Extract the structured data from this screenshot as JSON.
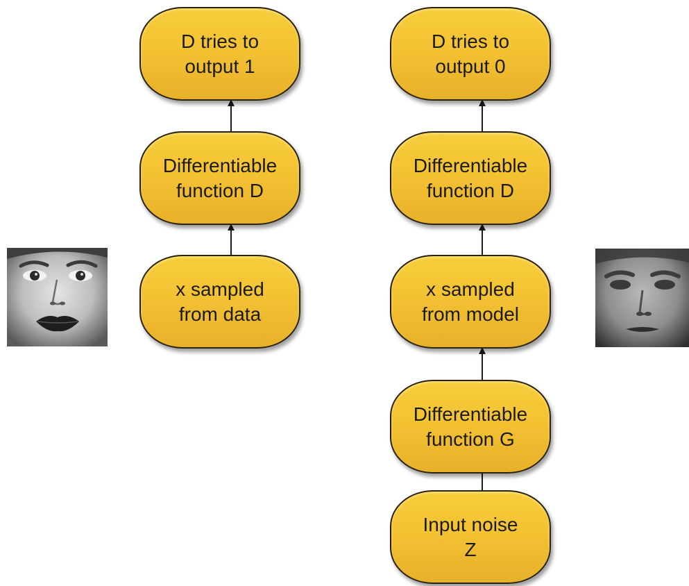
{
  "diagram": {
    "left_column": {
      "nodes": [
        {
          "id": "d-output-1",
          "label": "D tries to\noutput 1"
        },
        {
          "id": "diff-func-d-left",
          "label": "Differentiable\nfunction D"
        },
        {
          "id": "x-from-data",
          "label": "x sampled\nfrom data"
        }
      ],
      "image": {
        "subject": "real-face-photo"
      }
    },
    "right_column": {
      "nodes": [
        {
          "id": "d-output-0",
          "label": "D tries to\noutput 0"
        },
        {
          "id": "diff-func-d-right",
          "label": "Differentiable\nfunction D"
        },
        {
          "id": "x-from-model",
          "label": "x sampled\nfrom model"
        },
        {
          "id": "diff-func-g",
          "label": "Differentiable\nfunction G"
        },
        {
          "id": "input-noise",
          "label": "Input noise\nZ"
        }
      ],
      "image": {
        "subject": "generated-face-photo"
      }
    },
    "edges": [
      {
        "from": "diff-func-d-left",
        "to": "d-output-1"
      },
      {
        "from": "x-from-data",
        "to": "diff-func-d-left"
      },
      {
        "from": "diff-func-d-right",
        "to": "d-output-0"
      },
      {
        "from": "x-from-model",
        "to": "diff-func-d-right"
      },
      {
        "from": "diff-func-g",
        "to": "x-from-model"
      },
      {
        "from": "input-noise",
        "to": "diff-func-g"
      }
    ],
    "colors": {
      "node_fill": "#f3c233",
      "node_border": "#2a2208",
      "arrow": "#1a1a1a",
      "text": "#1c1a14"
    }
  }
}
